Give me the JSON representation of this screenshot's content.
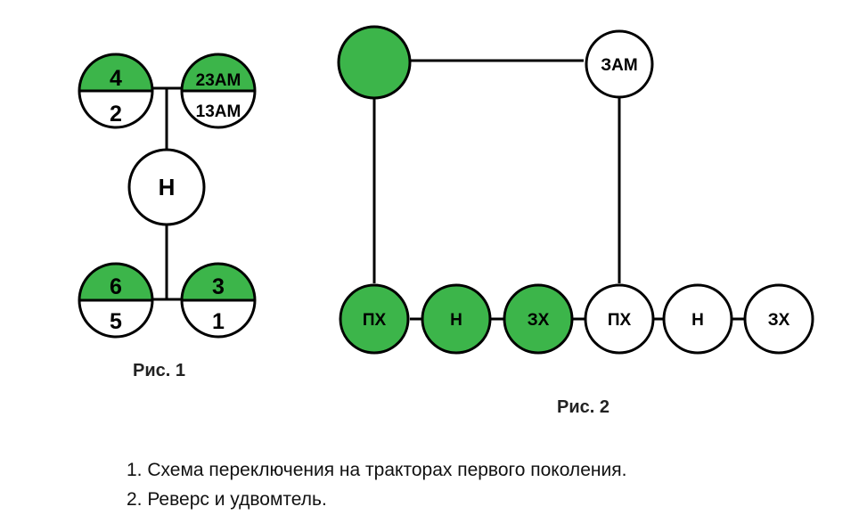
{
  "colors": {
    "fill_green": "#3cb54a",
    "stroke": "#000000",
    "background": "#ffffff"
  },
  "figure1": {
    "caption": "Рис. 1",
    "gears": {
      "top_left_upper": "4",
      "top_left_lower": "2",
      "top_right_upper": "23АМ",
      "top_right_lower": "13АМ",
      "neutral": "Н",
      "bottom_left_upper": "6",
      "bottom_left_lower": "5",
      "bottom_right_upper": "3",
      "bottom_right_lower": "1"
    }
  },
  "figure2": {
    "caption": "Рис. 2",
    "top_left_label": "",
    "top_right_label": "ЗАМ",
    "row": [
      {
        "label": "ПХ",
        "filled": true
      },
      {
        "label": "Н",
        "filled": true
      },
      {
        "label": "ЗХ",
        "filled": true
      },
      {
        "label": "ПХ",
        "filled": false
      },
      {
        "label": "Н",
        "filled": false
      },
      {
        "label": "ЗХ",
        "filled": false
      }
    ]
  },
  "notes": [
    "1. Схема переключения на тракторах первого поколения.",
    "2. Реверс и удвомтель."
  ]
}
